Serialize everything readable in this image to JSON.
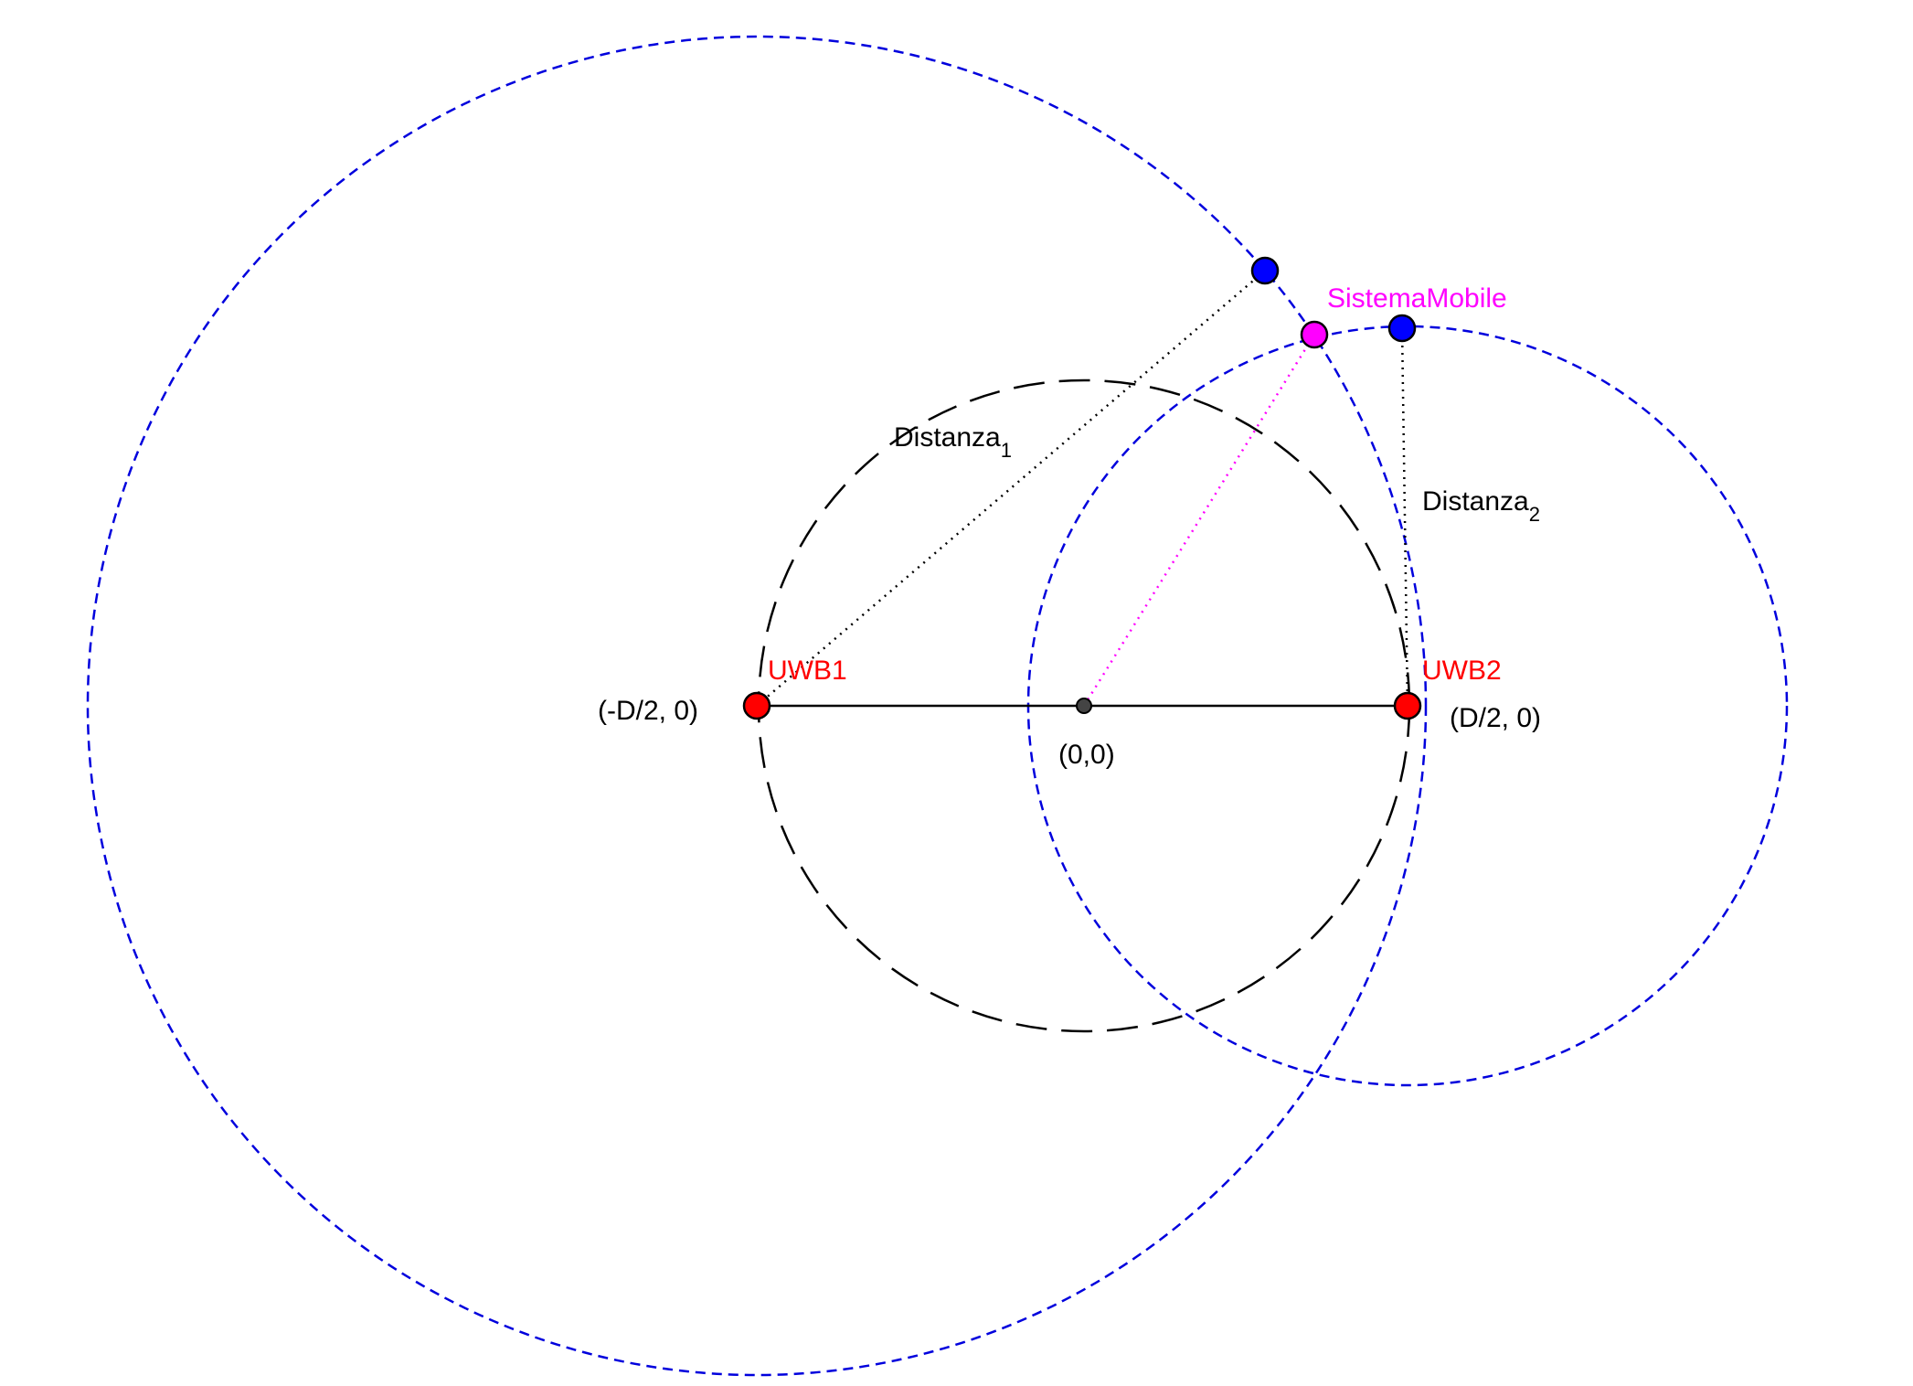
{
  "colors": {
    "anchor_fill": "#ff0000",
    "anchor_label": "#ff0000",
    "intersection_fill": "#0000ff",
    "mobile_fill": "#ff00ff",
    "mobile_label": "#ff00ff",
    "range_circle": "#0000dd",
    "reference_circle": "#000000",
    "text": "#000000"
  },
  "labels": {
    "anchor1": "UWB1",
    "anchor2": "UWB2",
    "coord_left": "(-D/2, 0)",
    "coord_right": "(D/2, 0)",
    "origin": "(0,0)",
    "mobile": "SistemaMobile",
    "distance1_main": "Distanza",
    "distance1_sub": "1",
    "distance2_main": "Distanza",
    "distance2_sub": "2"
  }
}
